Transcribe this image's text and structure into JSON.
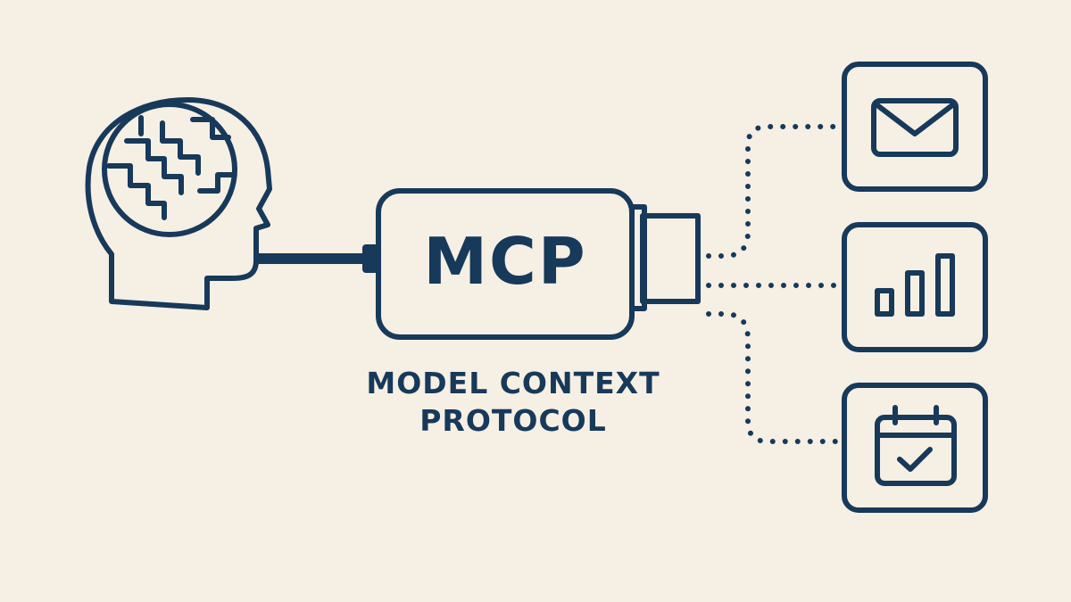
{
  "diagram": {
    "device_label": "MCP",
    "caption_line1": "MODEL CONTEXT",
    "caption_line2": "PROTOCOL",
    "colors": {
      "background": "#f5efe4",
      "ink": "#17395a"
    },
    "icons": {
      "head": "head-brain-icon",
      "tools": [
        "mail-icon",
        "bar-chart-icon",
        "calendar-check-icon"
      ]
    }
  }
}
